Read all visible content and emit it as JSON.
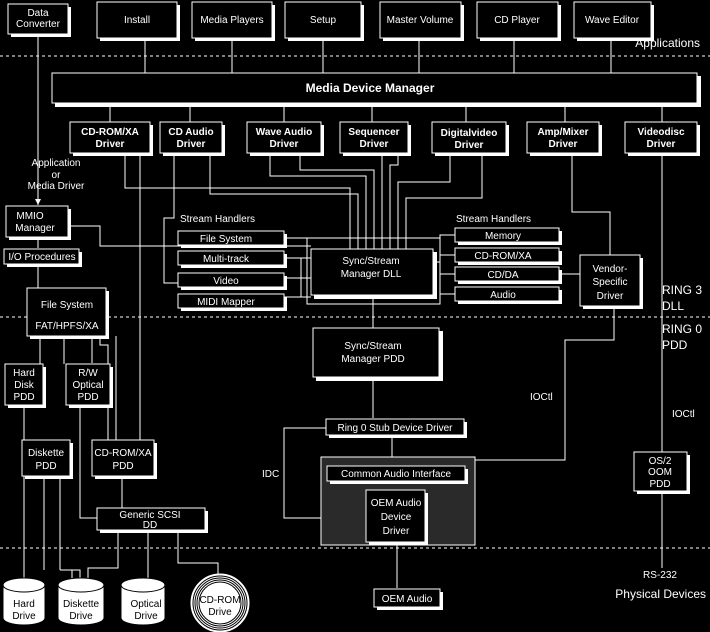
{
  "apps": {
    "data_converter": [
      "Data",
      "Converter"
    ],
    "install": "Install",
    "media_players": "Media Players",
    "setup": "Setup",
    "master_volume": "Master Volume",
    "cd_player": "CD Player",
    "wave_editor": "Wave Editor"
  },
  "zones": {
    "applications": "Applications",
    "ring3": [
      "RING 3",
      "DLL"
    ],
    "ring0": [
      "RING 0",
      "PDD"
    ],
    "physical": "Physical Devices"
  },
  "mdm": "Media Device Manager",
  "drivers": {
    "cdrom_xa": [
      "CD-ROM/XA",
      "Driver"
    ],
    "cd_audio": [
      "CD Audio",
      "Driver"
    ],
    "wave_audio": [
      "Wave Audio",
      "Driver"
    ],
    "sequencer": [
      "Sequencer",
      "Driver"
    ],
    "digitalvideo": [
      "Digitalvideo",
      "Driver"
    ],
    "amp_mixer": [
      "Amp/Mixer",
      "Driver"
    ],
    "videodisc": [
      "Videodisc",
      "Driver"
    ]
  },
  "app_media_driver": [
    "Application",
    "or",
    "Media Driver"
  ],
  "mmio": [
    "MMIO",
    "Manager"
  ],
  "io_procedures": "I/O Procedures",
  "file_system_box": [
    "File System",
    "FAT/HPFS/XA"
  ],
  "stream_handlers_left": {
    "title": "Stream Handlers",
    "items": [
      "File System",
      "Multi-track",
      "Video",
      "MIDI Mapper"
    ]
  },
  "stream_handlers_right": {
    "title": "Stream Handlers",
    "items": [
      "Memory",
      "CD-ROM/XA",
      "CD/DA",
      "Audio"
    ]
  },
  "sync_dll": [
    "Sync/Stream",
    "Manager DLL"
  ],
  "sync_pdd": [
    "Sync/Stream",
    "Manager PDD"
  ],
  "vendor_driver": [
    "Vendor-",
    "Specific",
    "Driver"
  ],
  "ioctl_left": "IOCtl",
  "ioctl_right": "IOCtl",
  "idc": "IDC",
  "ring0_stub": "Ring 0 Stub Device Driver",
  "common_audio": "Common Audio Interface",
  "oem_audio_dd": [
    "OEM Audio",
    "Device",
    "Driver"
  ],
  "os2_oom": [
    "OS/2",
    "OOM",
    "PDD"
  ],
  "hard_disk_pdd": [
    "Hard",
    "Disk",
    "PDD"
  ],
  "rw_optical_pdd": [
    "R/W",
    "Optical",
    "PDD"
  ],
  "diskette_pdd": [
    "Diskette",
    "PDD"
  ],
  "cdrom_xa_pdd": [
    "CD-ROM/XA",
    "PDD"
  ],
  "generic_scsi": [
    "Generic SCSI",
    "DD"
  ],
  "rs232": "RS-232",
  "oem_audio": "OEM Audio",
  "drives": {
    "hard": [
      "Hard",
      "Drive"
    ],
    "diskette": [
      "Diskette",
      "Drive"
    ],
    "optical": [
      "Optical",
      "Drive"
    ],
    "cdrom": [
      "CD-ROM",
      "Drive"
    ]
  }
}
